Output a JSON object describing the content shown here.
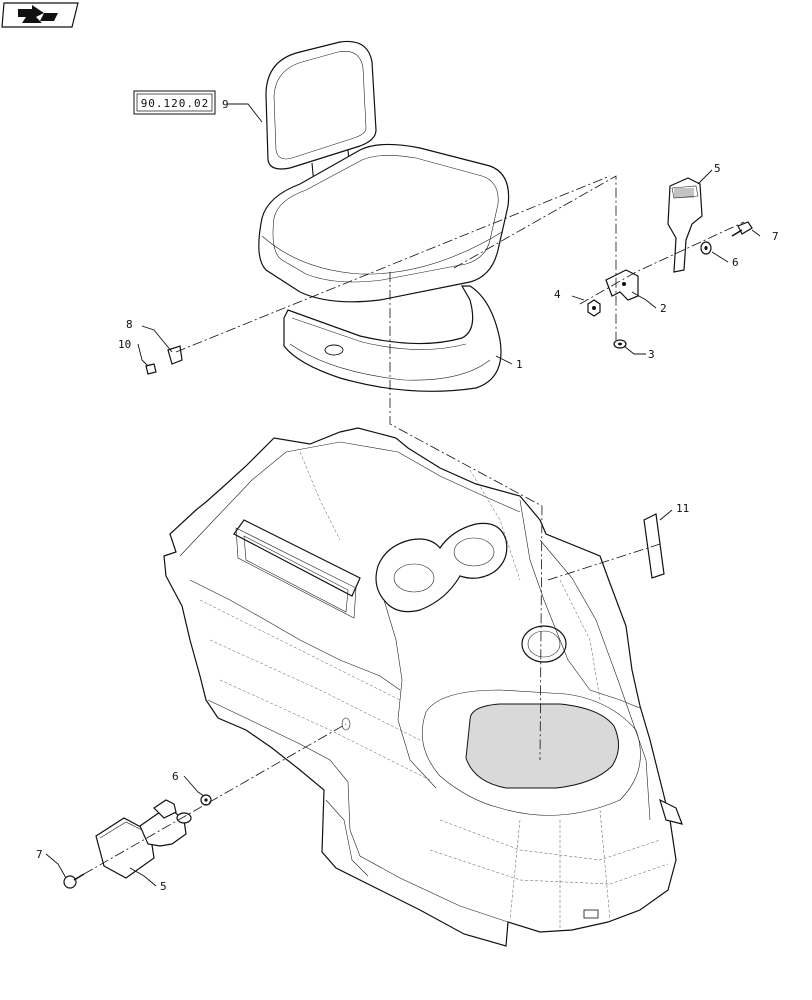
{
  "reference_box": {
    "text": "90.120.02"
  },
  "callouts": {
    "c1": "1",
    "c2": "2",
    "c3": "3",
    "c4": "4",
    "c5_top": "5",
    "c5_bottom": "5",
    "c6_top": "6",
    "c6_bottom": "6",
    "c7_top": "7",
    "c7_bottom": "7",
    "c8": "8",
    "c9": "9",
    "c10": "10",
    "c11": "11"
  },
  "icons": {
    "corner_navigation": "back-arrow-icon"
  }
}
